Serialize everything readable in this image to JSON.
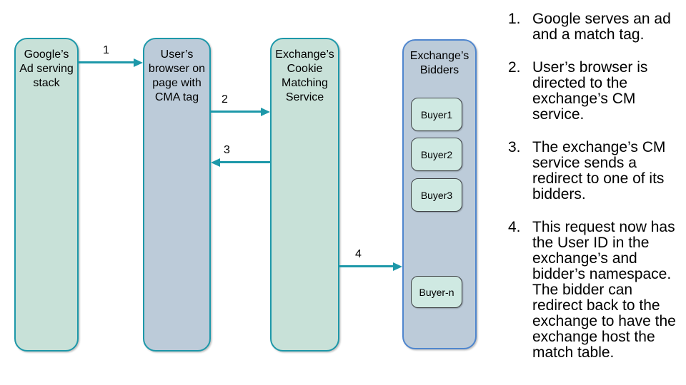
{
  "diagram": {
    "nodes": {
      "google": {
        "label": "Google’s\nAd serving\nstack"
      },
      "browser": {
        "label": "User’s\nbrowser on\npage with\nCMA tag"
      },
      "cms": {
        "label": "Exchange’s\nCookie\nMatching\nService"
      },
      "bidders": {
        "label": "Exchange’s\nBidders"
      }
    },
    "buyers": [
      "Buyer1",
      "Buyer2",
      "Buyer3",
      "Buyer-n"
    ],
    "arrows": [
      {
        "label": "1"
      },
      {
        "label": "2"
      },
      {
        "label": "3"
      },
      {
        "label": "4"
      }
    ],
    "colors": {
      "teal": "#1d98a9",
      "green_fill": "#c8e1d8",
      "blue_fill": "#bccbd9",
      "bidders_border": "#4f86ce",
      "buyer_fill": "#cfe9e2",
      "buyer_border": "#404447"
    }
  },
  "steps": [
    {
      "num": "1.",
      "text": "Google serves an ad and a match tag."
    },
    {
      "num": "2.",
      "text": "User’s browser is directed to the exchange’s CM service."
    },
    {
      "num": "3.",
      "text": "The exchange’s CM service sends a redirect to one of its bidders."
    },
    {
      "num": "4.",
      "text": "This request now has the User ID in the exchange’s and bidder’s namespace. The bidder can redirect back to the exchange to have the exchange host the match table."
    }
  ]
}
